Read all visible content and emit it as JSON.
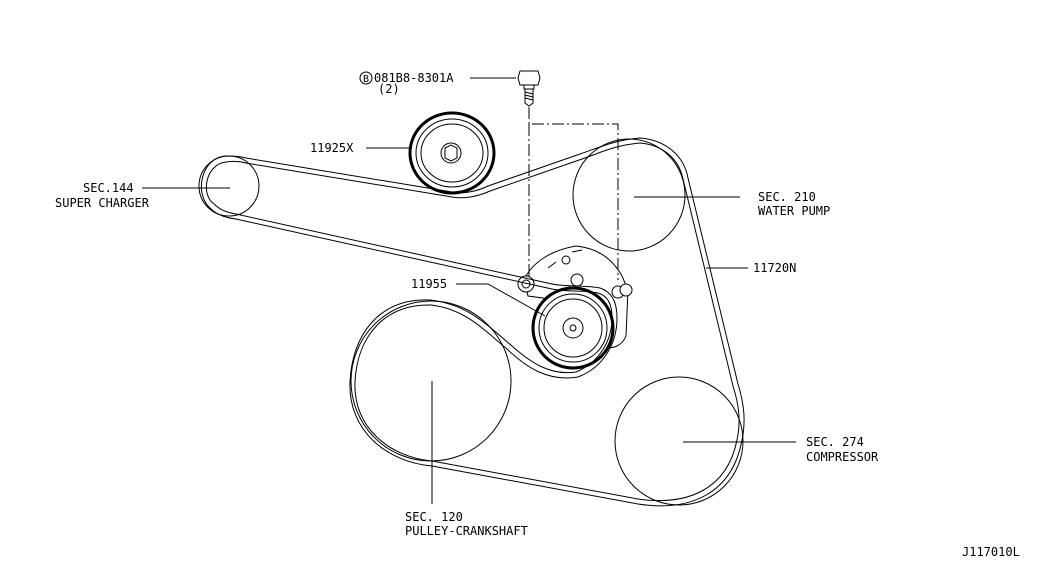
{
  "labels": {
    "bolt_part": "081B8-8301A",
    "bolt_qty": "(2)",
    "bolt_symbol": "B",
    "idler_part": "11925X",
    "supercharger_sec": "SEC.144",
    "supercharger_name": "SUPER CHARGER",
    "water_pump_sec": "SEC. 210",
    "water_pump_name": "WATER PUMP",
    "belt_part": "11720N",
    "tensioner_part": "11955",
    "compressor_sec": "SEC. 274",
    "compressor_name": "COMPRESSOR",
    "crankshaft_sec": "SEC. 120",
    "crankshaft_name": "PULLEY-CRANKSHAFT",
    "diagram_id": "J117010L"
  }
}
